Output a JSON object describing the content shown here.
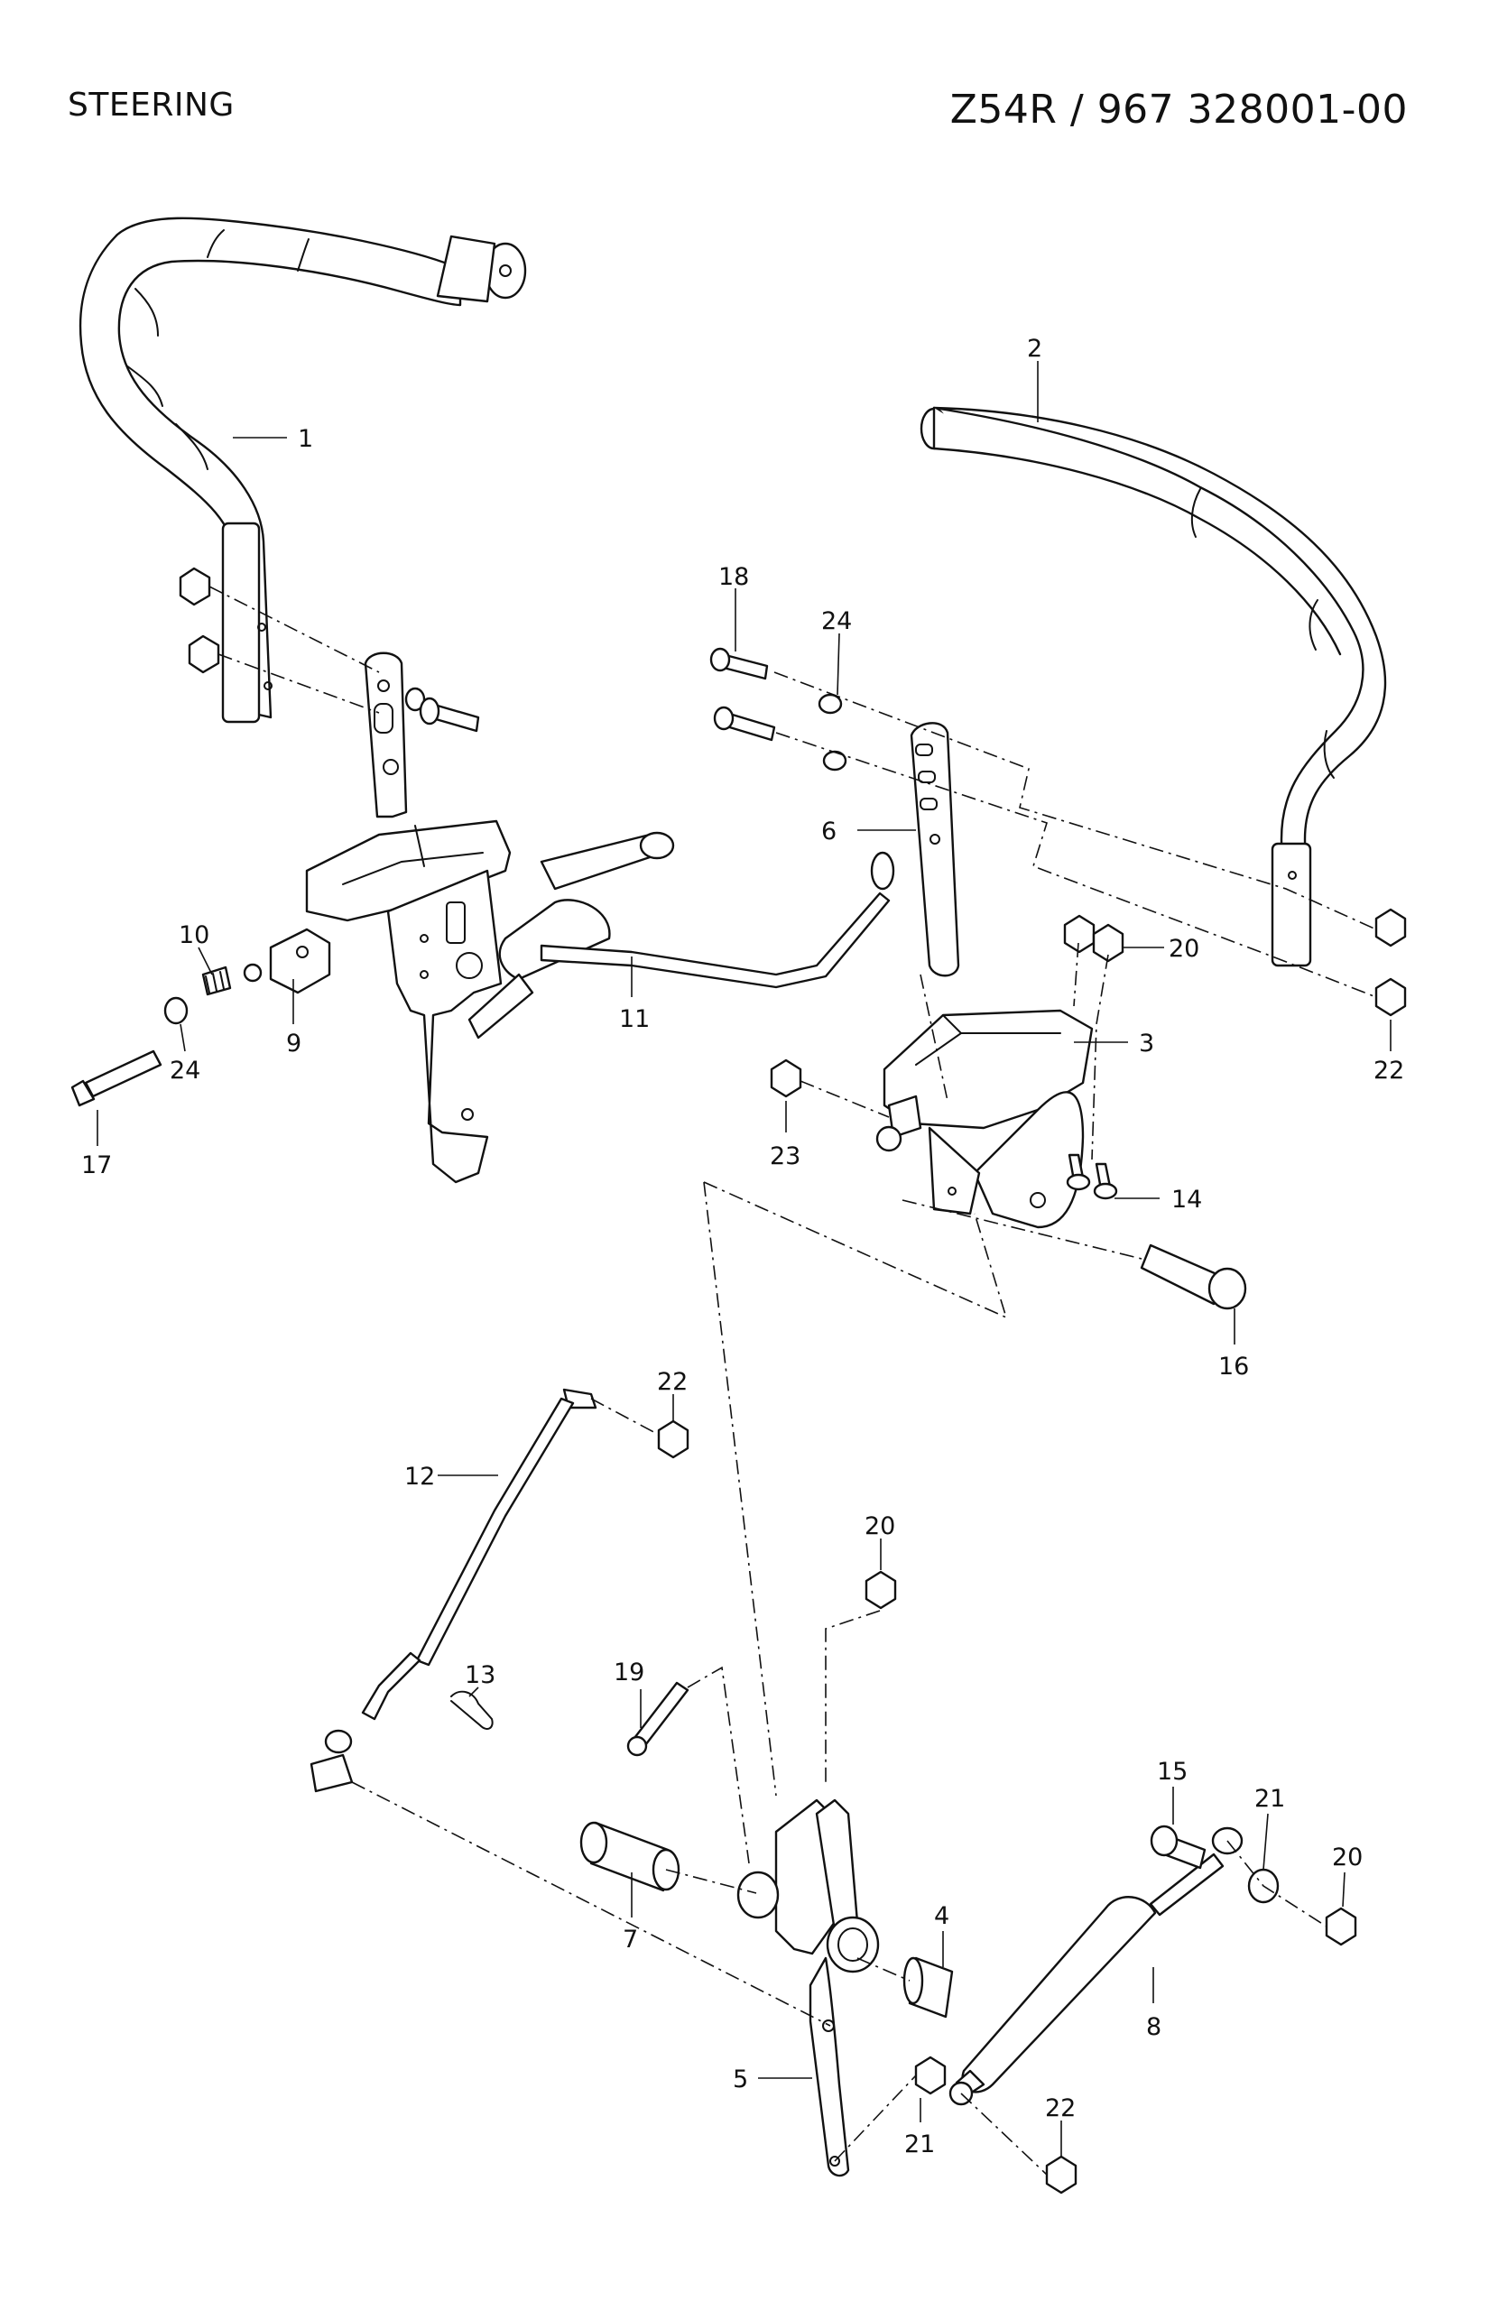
{
  "header": {
    "section_title": "STEERING",
    "model_number": "Z54R / 967 328001-00"
  },
  "callouts": [
    {
      "id": "c1",
      "label": "1"
    },
    {
      "id": "c2",
      "label": "2"
    },
    {
      "id": "c18",
      "label": "18"
    },
    {
      "id": "c24a",
      "label": "24"
    },
    {
      "id": "c6",
      "label": "6"
    },
    {
      "id": "c20a",
      "label": "20"
    },
    {
      "id": "c3",
      "label": "3"
    },
    {
      "id": "c22a",
      "label": "22"
    },
    {
      "id": "c10",
      "label": "10"
    },
    {
      "id": "c9",
      "label": "9"
    },
    {
      "id": "c11",
      "label": "11"
    },
    {
      "id": "c24b",
      "label": "24"
    },
    {
      "id": "c17",
      "label": "17"
    },
    {
      "id": "c23",
      "label": "23"
    },
    {
      "id": "c14",
      "label": "14"
    },
    {
      "id": "c16",
      "label": "16"
    },
    {
      "id": "c22b",
      "label": "22"
    },
    {
      "id": "c12",
      "label": "12"
    },
    {
      "id": "c20b",
      "label": "20"
    },
    {
      "id": "c13",
      "label": "13"
    },
    {
      "id": "c19",
      "label": "19"
    },
    {
      "id": "c15",
      "label": "15"
    },
    {
      "id": "c21a",
      "label": "21"
    },
    {
      "id": "c20c",
      "label": "20"
    },
    {
      "id": "c7",
      "label": "7"
    },
    {
      "id": "c4",
      "label": "4"
    },
    {
      "id": "c8",
      "label": "8"
    },
    {
      "id": "c5",
      "label": "5"
    },
    {
      "id": "c22c",
      "label": "22"
    },
    {
      "id": "c21b",
      "label": "21"
    }
  ]
}
